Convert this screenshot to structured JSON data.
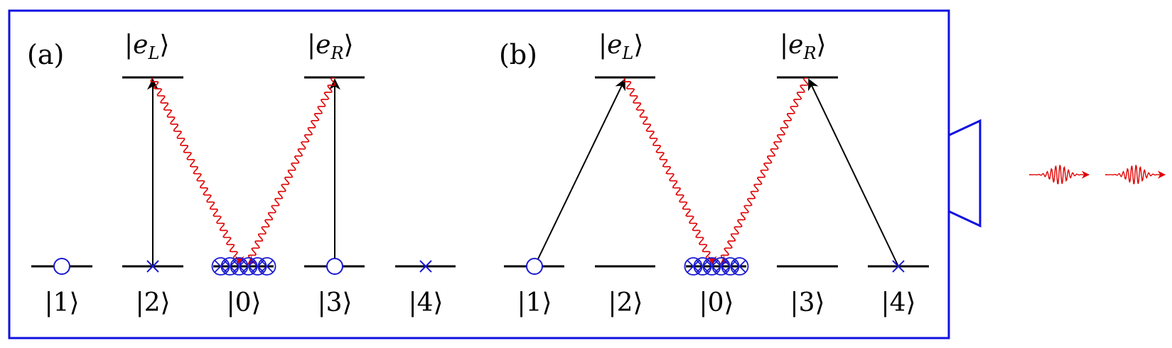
{
  "panels": {
    "a": {
      "label": "(a)",
      "excited": [
        {
          "ket_open": "|e",
          "sub": "L",
          "ket_close": "⟩"
        },
        {
          "ket_open": "|e",
          "sub": "R",
          "ket_close": "⟩"
        }
      ],
      "ground": [
        "|1⟩",
        "|2⟩",
        "|0⟩",
        "|3⟩",
        "|4⟩"
      ]
    },
    "b": {
      "label": "(b)",
      "excited": [
        {
          "ket_open": "|e",
          "sub": "L",
          "ket_close": "⟩"
        },
        {
          "ket_open": "|e",
          "sub": "R",
          "ket_close": "⟩"
        }
      ],
      "ground": [
        "|1⟩",
        "|2⟩",
        "|0⟩",
        "|3⟩",
        "|4⟩"
      ]
    }
  },
  "colors": {
    "frame": "#1010e0",
    "photon": "#e00000",
    "marker": "#1a1ad0",
    "line": "#000000"
  },
  "icons": {
    "circle": "circle-marker-icon",
    "cross": "cross-marker-icon",
    "circle_cross": "circle-cross-marker-icon",
    "emitter": "horn-emitter-icon",
    "photon_packet": "wavepacket-icon"
  }
}
